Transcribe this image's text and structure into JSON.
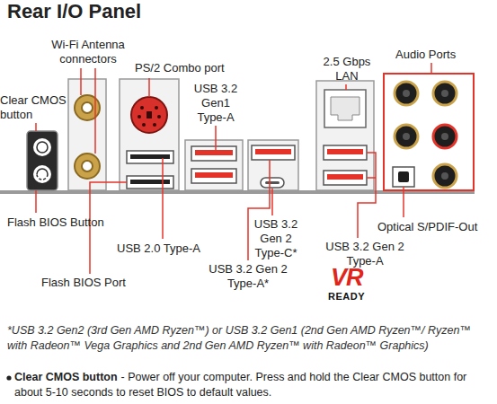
{
  "diagram": {
    "title": "Rear I/O Panel",
    "labels": [
      "Wi-Fi Antenna connectors",
      "Clear CMOS button",
      "PS/2 Combo port",
      "USB 3.2 Gen1 Type-A",
      "2.5 Gbps LAN",
      "Audio Ports",
      "Flash BIOS Button",
      "USB 3.2 Gen 2 Type-C*",
      "USB 2.0 Type-A",
      "USB 3.2 Gen 2 Type-A",
      "Optical S/PDIF-Out",
      "USB 3.2 Gen 2 Type-A*",
      "Flash BIOS Port",
      "VR",
      "READY",
      "*USB 3.2 Gen2 (3rd Gen AMD Ryzen™) or USB 3.2 Gen1 (2nd Gen AMD Ryzen™/ Ryzen™ with Radeon™ Vega Graphics and 2nd Gen AMD Ryzen™ with Radeon™ Graphics)",
      "Clear CMOS button",
      "- Power off your computer. Press and hold the Clear CMOS button for about 5-10 seconds to reset BIOS to default values."
    ]
  }
}
